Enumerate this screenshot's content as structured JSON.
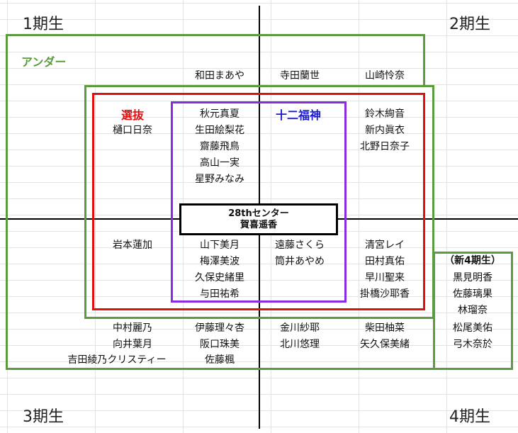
{
  "generations": {
    "gen1": "1期生",
    "gen2": "2期生",
    "gen3": "3期生",
    "gen4": "4期生"
  },
  "groups": {
    "under": {
      "label": "アンダー",
      "color": "#5a9c3e"
    },
    "senbatsu": {
      "label": "選抜",
      "color": "#e01010"
    },
    "fukujin": {
      "label": "十二福神",
      "color": "#1a1ad0",
      "border": "#8a2be2"
    },
    "new4": {
      "label": "（新4期生）"
    }
  },
  "center": {
    "title": "28thセンター",
    "name": "賀喜遥香"
  },
  "members": {
    "under_top": [
      "和田まあや",
      "寺田蘭世",
      "山崎怜奈"
    ],
    "senbatsu_gen1_top": [
      "樋口日奈"
    ],
    "fukujin_gen1": [
      "秋元真夏",
      "生田絵梨花",
      "齋藤飛鳥",
      "高山一実",
      "星野みなみ"
    ],
    "senbatsu_gen2_top": [
      "鈴木絢音",
      "新内眞衣",
      "北野日奈子"
    ],
    "senbatsu_gen3_bottom": [
      "岩本蓮加"
    ],
    "fukujin_gen3": [
      "山下美月",
      "梅澤美波",
      "久保史緒里",
      "与田祐希"
    ],
    "fukujin_gen4": [
      "遠藤さくら",
      "筒井あやめ"
    ],
    "senbatsu_gen4": [
      "清宮レイ",
      "田村真佑",
      "早川聖来",
      "掛橋沙耶香"
    ],
    "new4": [
      "黒見明香",
      "佐藤璃果",
      "林瑠奈",
      "松尾美佑",
      "弓木奈於"
    ],
    "under_bottom_col1": [
      "中村麗乃",
      "向井葉月",
      "吉田綾乃クリスティー"
    ],
    "under_bottom_col2": [
      "伊藤理々杏",
      "阪口珠美",
      "佐藤楓"
    ],
    "under_bottom_col3": [
      "金川紗耶",
      "北川悠理"
    ],
    "under_bottom_col4": [
      "柴田柚菜",
      "矢久保美緒"
    ]
  }
}
